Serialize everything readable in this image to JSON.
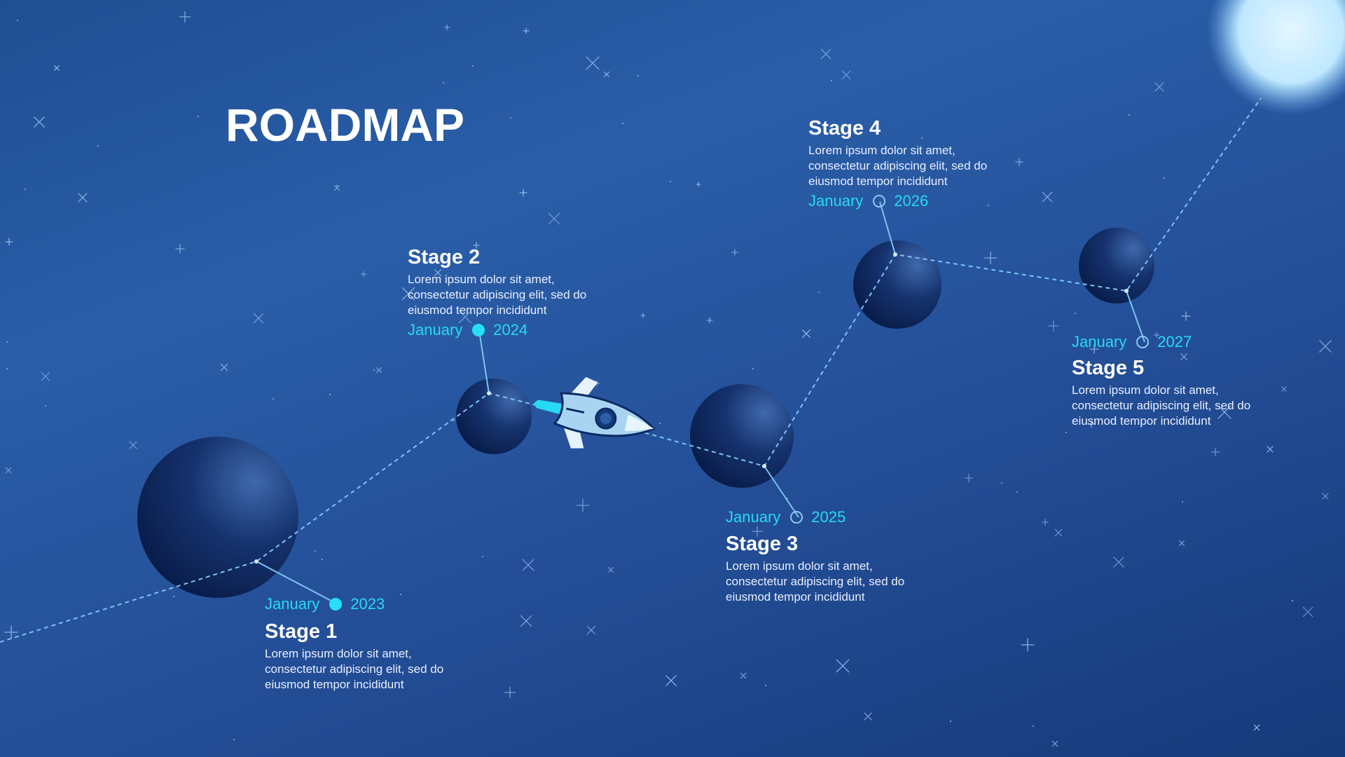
{
  "title": "ROADMAP",
  "colors": {
    "accent": "#27d9f2",
    "dash": "#7cc4f0",
    "planet": "#0b2556",
    "sun": "#d8f2ff"
  },
  "stages": [
    {
      "name": "Stage 1",
      "month": "January",
      "year": "2023",
      "marker": "filled",
      "text": "Lorem ipsum dolor sit amet, consectetur adipiscing elit, sed do eiusmod tempor incididunt"
    },
    {
      "name": "Stage 2",
      "month": "January",
      "year": "2024",
      "marker": "filled",
      "text": "Lorem ipsum dolor sit amet, consectetur adipiscing elit, sed do eiusmod tempor incididunt"
    },
    {
      "name": "Stage 3",
      "month": "January",
      "year": "2025",
      "marker": "hollow",
      "text": "Lorem ipsum dolor sit amet, consectetur adipiscing elit, sed do eiusmod tempor incididunt"
    },
    {
      "name": "Stage 4",
      "month": "January",
      "year": "2026",
      "marker": "hollow",
      "text": "Lorem ipsum dolor sit amet, consectetur adipiscing elit, sed do eiusmod tempor incididunt"
    },
    {
      "name": "Stage 5",
      "month": "January",
      "year": "2027",
      "marker": "hollow",
      "text": "Lorem ipsum dolor sit amet, consectetur adipiscing elit, sed do eiusmod tempor incididunt"
    }
  ],
  "icons": {
    "rocket": "rocket-icon",
    "planet": "planet-icon",
    "sun": "sun-icon",
    "star": "star-icon"
  }
}
